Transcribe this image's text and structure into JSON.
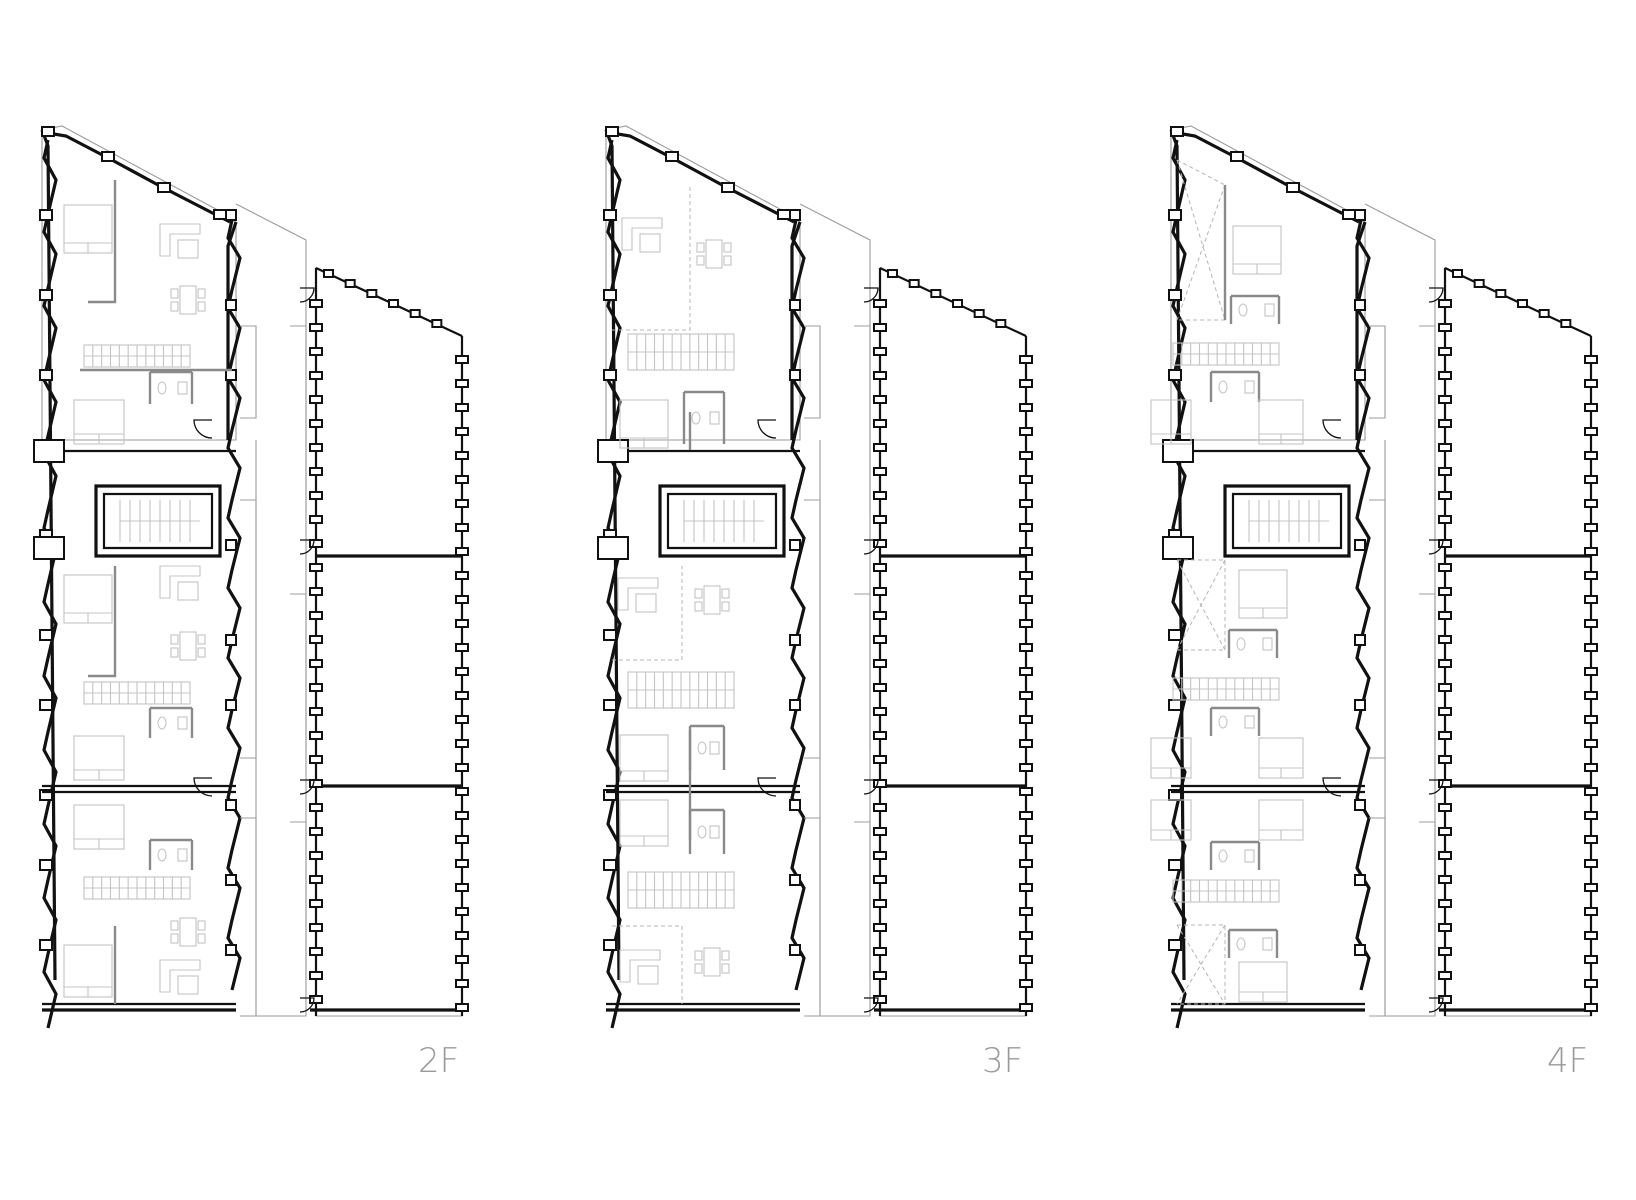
{
  "figure": {
    "floors": [
      {
        "id": "2f",
        "label": "2F"
      },
      {
        "id": "3f",
        "label": "3F"
      },
      {
        "id": "4f",
        "label": "4F"
      }
    ]
  },
  "colors": {
    "wall": "#111111",
    "label": "#9a9a9a",
    "furniture": "#c4c4c4",
    "partition": "#8a8a8a",
    "background": "#ffffff"
  }
}
